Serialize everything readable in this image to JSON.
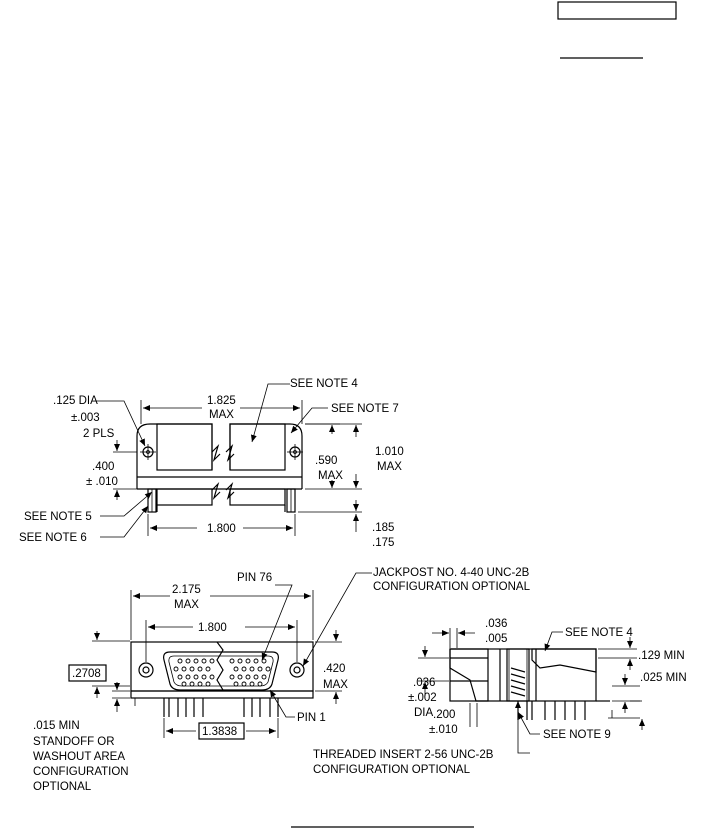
{
  "view_a": {
    "dia": ".125 DIA",
    "tol": "±.003",
    "pls": "2 PLS",
    "overall_w": "1.825",
    "overall_w_max": "MAX",
    "see_note_4": "SEE NOTE 4",
    "see_note_7": "SEE NOTE 7",
    "ht_400": ".400",
    "ht_400_tol": "± .010",
    "ht_590": ".590",
    "ht_590_max": "MAX",
    "ht_1010": "1.010",
    "ht_1010_max": "MAX",
    "see_note_5": "SEE NOTE 5",
    "see_note_6": "SEE NOTE 6",
    "base_w": "1.800",
    "pin_185": ".185",
    "pin_175": ".175"
  },
  "view_b": {
    "pin_76": "PIN 76",
    "overall_w": "2.175",
    "overall_w_max": "MAX",
    "hole_spacing": "1.800",
    "ref_2708": ".2708",
    "ht_420": ".420",
    "ht_420_max": "MAX",
    "pin_1": "PIN 1",
    "ref_13838": "1.3838",
    "standoff": [
      ".015 MIN",
      "STANDOFF OR",
      "WASHOUT AREA",
      "CONFIGURATION",
      "OPTIONAL"
    ]
  },
  "view_c": {
    "jackpost": [
      "JACKPOST NO. 4-40 UNC-2B",
      "CONFIGURATION OPTIONAL"
    ],
    "d_036": ".036",
    "d_005": ".005",
    "see_note_4": "SEE NOTE 4",
    "d_129": ".129 MIN",
    "d_025": ".025 MIN",
    "dia_036": ".036",
    "dia_tol": "±.002",
    "dia_lbl": "DIA",
    "d_200": ".200",
    "d_200_tol": "±.010",
    "see_note_9": "SEE NOTE 9",
    "threaded": [
      "THREADED INSERT 2-56 UNC-2B",
      "CONFIGURATION OPTIONAL"
    ]
  }
}
